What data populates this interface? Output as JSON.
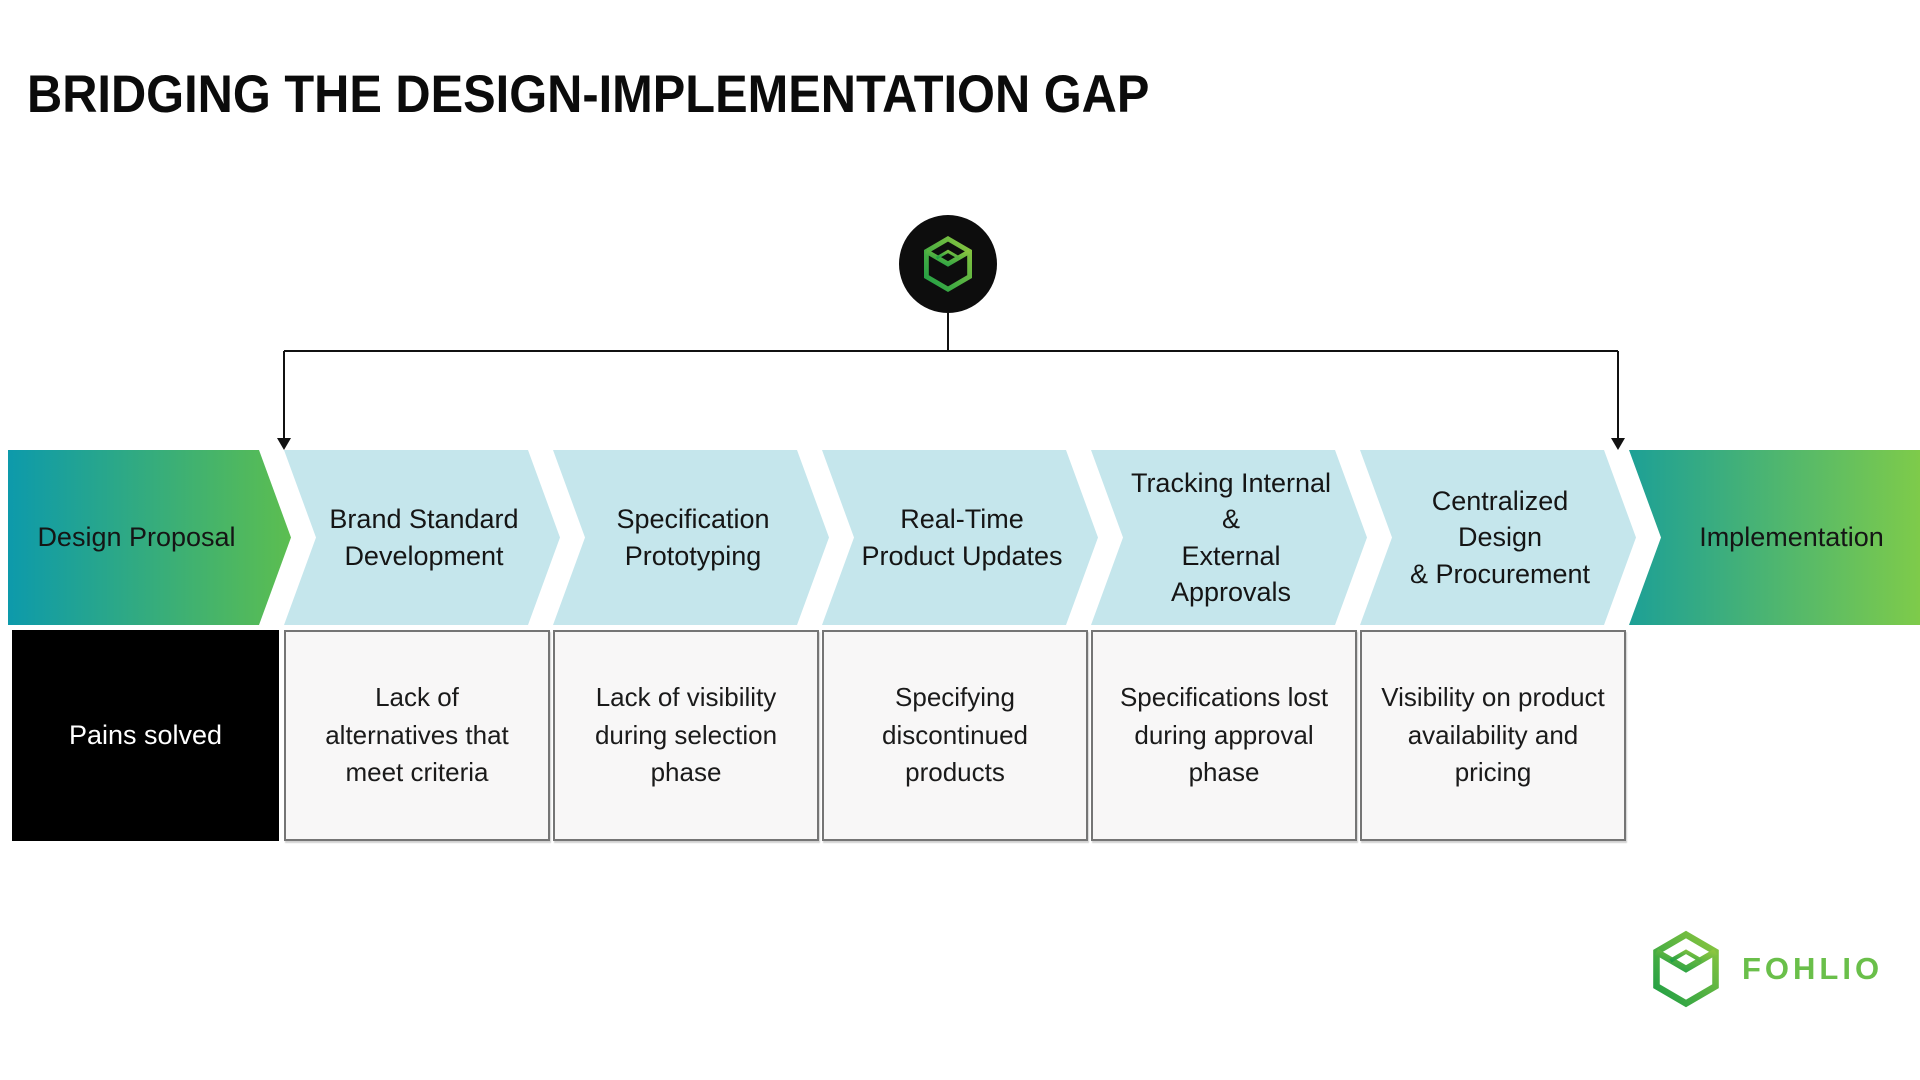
{
  "title": "BRIDGING THE DESIGN-IMPLEMENTATION GAP",
  "hub": {
    "icon": "fohlio-cube-icon"
  },
  "flow": {
    "start_label": "Design Proposal",
    "end_label": "Implementation",
    "pains_header": "Pains solved",
    "stages": [
      {
        "label_lines": [
          "Brand Standard",
          "Development"
        ],
        "pain_lines": [
          "Lack of",
          "alternatives that",
          "meet criteria"
        ]
      },
      {
        "label_lines": [
          "Specification",
          "Prototyping"
        ],
        "pain_lines": [
          "Lack of visibility",
          "during selection",
          "phase"
        ]
      },
      {
        "label_lines": [
          "Real-Time",
          "Product Updates"
        ],
        "pain_lines": [
          "Specifying",
          "discontinued",
          "products"
        ]
      },
      {
        "label_lines": [
          "Tracking Internal &",
          "External Approvals"
        ],
        "pain_lines": [
          "Specifications lost",
          "during approval",
          "phase"
        ]
      },
      {
        "label_lines": [
          "Centralized Design",
          "& Procurement"
        ],
        "pain_lines": [
          "Visibility on product",
          "availability and",
          "pricing"
        ]
      }
    ]
  },
  "branding": {
    "name": "FOHLIO",
    "icon": "fohlio-cube-icon",
    "text_color": "#6abf4a"
  },
  "colors": {
    "start_gradient": [
      "#0d9aab",
      "#5cbe50"
    ],
    "end_gradient": [
      "#1da096",
      "#7ecb4a"
    ],
    "stage_fill": "#c5e6ec",
    "pain_box_fill": "#f8f7f7",
    "pain_box_border": "#757575",
    "pains_header_fill": "#000000",
    "connector": "#111111",
    "cube_gradient": [
      "#1d9e45",
      "#8dc63f"
    ]
  },
  "layout": {
    "stage_left_start": 284,
    "stage_spacing": 269,
    "pain_box_width": 266
  }
}
